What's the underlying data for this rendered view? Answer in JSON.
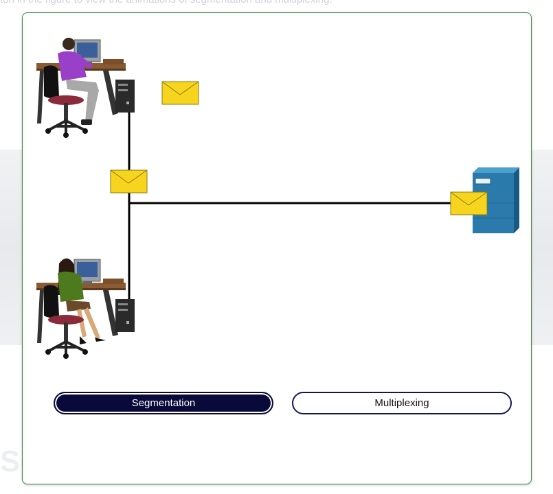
{
  "intro_text": "ton in the figure to view the animations of segmentation and multiplexing.",
  "background_heading": "Se",
  "buttons": {
    "segmentation": "Segmentation",
    "multiplexing": "Multiplexing"
  },
  "diagram": {
    "nodes": [
      "workstation-man-icon",
      "workstation-woman-icon",
      "server-cabinet-icon"
    ],
    "message_icon": "envelope-icon",
    "colors": {
      "card_border": "#3a8f3a",
      "button_active": "#0a0a3a",
      "button_outline": "#14145a",
      "envelope": "#f7d51e",
      "server": "#2a7bab",
      "link": "#000000"
    }
  }
}
